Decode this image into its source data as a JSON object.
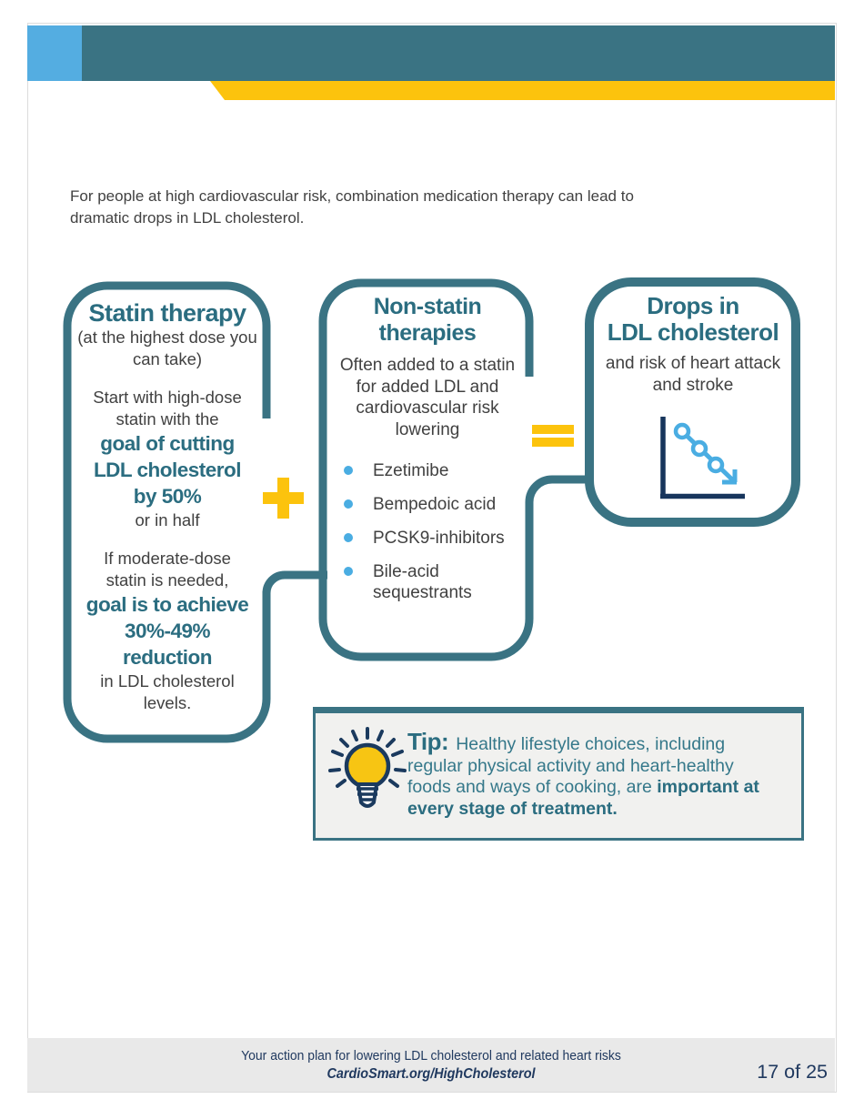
{
  "intro": {
    "text": "For people at high cardiovascular risk, combination medication therapy can lead to\ndramatic drops in LDL cholesterol."
  },
  "diagram": {
    "statin_box": {
      "title": "Statin therapy",
      "subtitle": "(at the highest dose you\ncan take)",
      "para1": "Start with high-dose\nstatin with the",
      "para1_bold": "goal of cutting\nLDL cholesterol\nby 50%",
      "para1_tail": "or in half",
      "para2": "If moderate-dose\nstatin is needed,",
      "para2_bold": "goal is to achieve\n30%-49%\nreduction",
      "para2_tail": "in LDL cholesterol\nlevels."
    },
    "plus_symbol": "+",
    "nonstatin_box": {
      "title": "Non-statin\ntherapies",
      "description": "Often added to a statin\nfor added LDL and\ncardiovascular risk\nlowering",
      "bullets": [
        "Ezetimibe",
        "Bempedoic acid",
        "PCSK9-inhibitors",
        "Bile-acid\nsequestrants"
      ]
    },
    "equals_symbol": "=",
    "drops_box": {
      "title": "Drops in\nLDL cholesterol",
      "description": "and risk of heart attack\nand stroke"
    }
  },
  "tip": {
    "label": "Tip:",
    "text": "Healthy lifestyle choices, including\nregular physical activity and heart-healthy\nfoods and ways of cooking, are ",
    "text_bold": "important at\nevery stage of treatment."
  },
  "footer": {
    "tagline": "Your action plan for lowering LDL cholesterol and related heart risks",
    "link": "CardioSmart.org/HighCholesterol",
    "page_indicator": "17 of 25"
  },
  "colors": {
    "teal": "#3A7383",
    "teal_text": "#2B6D80",
    "light_blue": "#4AADE2",
    "accent_blue_square": "#54ADE1",
    "yellow": "#FCC30D",
    "navy": "#1B3A5E",
    "chart_axis_navy": "#17355C",
    "body_text": "#414141",
    "footer_navy": "#20395F",
    "tip_background": "#F1F1EF",
    "footer_band": "#E9E9E9"
  }
}
